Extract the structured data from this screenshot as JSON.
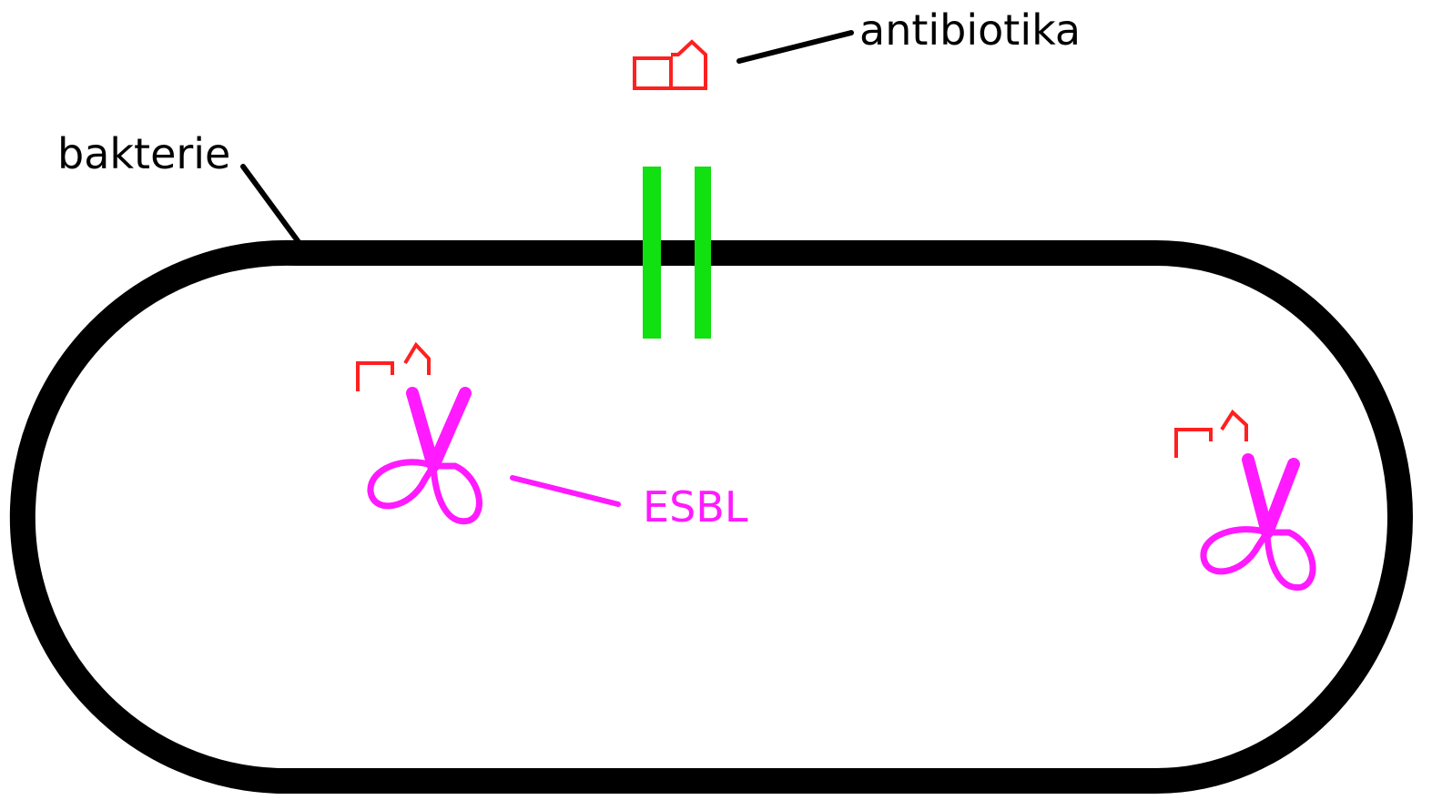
{
  "labels": {
    "antibiotic": "antibiotika",
    "bacterium": "bakterie",
    "enzyme": "ESBL"
  },
  "colors": {
    "outline": "#000000",
    "antibiotic": "#ff2020",
    "enzyme": "#ff1aff",
    "channel": "#11e011",
    "background": "#ffffff"
  },
  "icons": {
    "antibiotic": "antibiotic-molecule-icon",
    "enzyme": "scissors-icon"
  }
}
